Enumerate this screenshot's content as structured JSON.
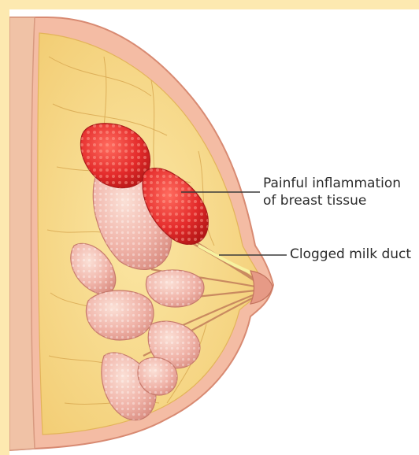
{
  "annotations": {
    "inflammation_line1": "Painful inflammation",
    "inflammation_line2": "of breast tissue",
    "clogged_duct": "Clogged milk duct"
  },
  "colors": {
    "frame": "#fde9b0",
    "panel": "#ffffff",
    "skin": "#f2b7a0",
    "fat": "#f8dc8a",
    "gland": "#f1b6ad",
    "inflamed": "#e23030",
    "leader_line": "#3a3a3a"
  },
  "icons": [
    "breast-cross-section-illustration"
  ]
}
